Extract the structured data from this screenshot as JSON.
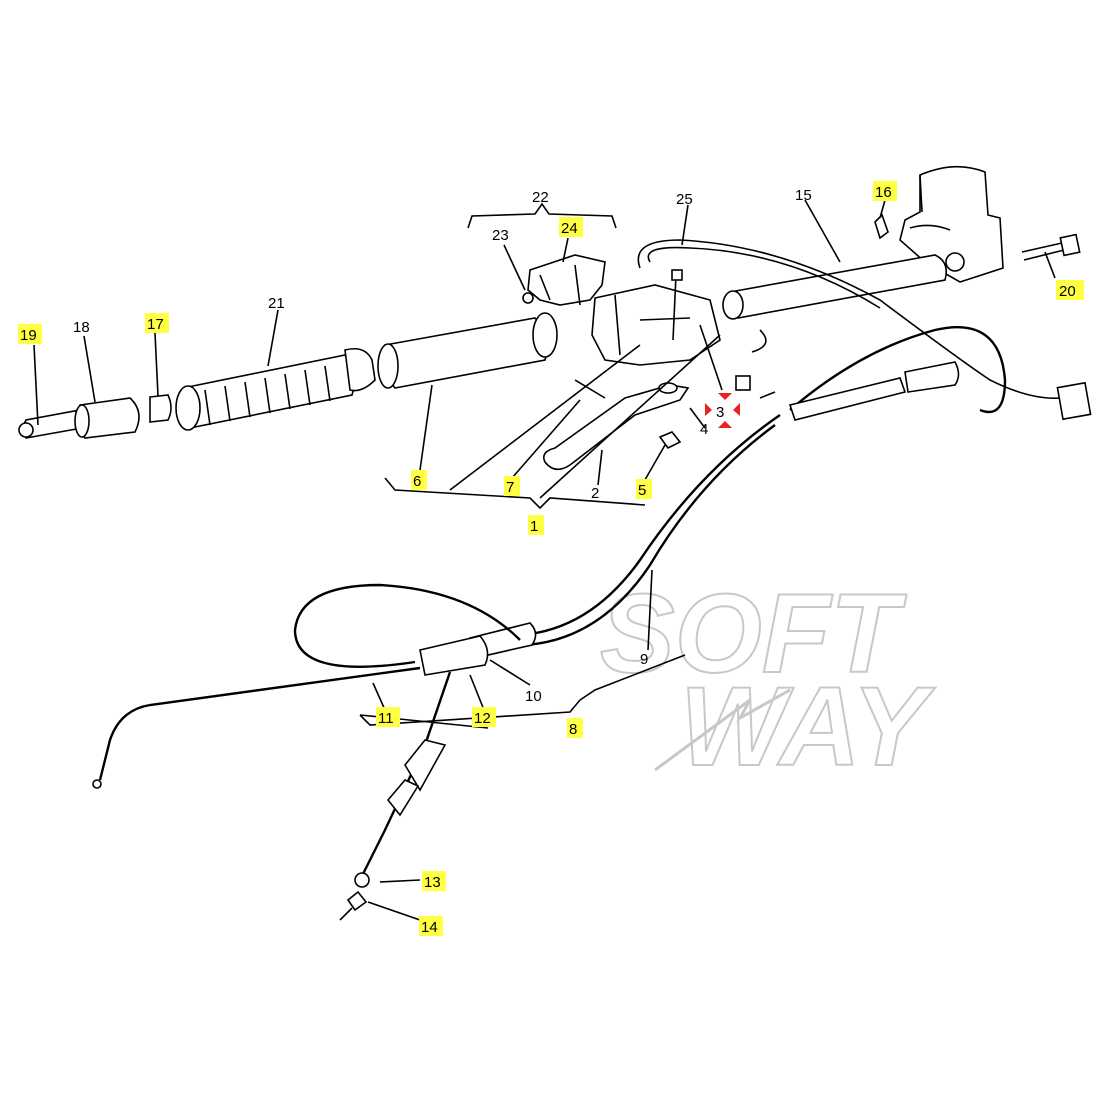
{
  "parts": {
    "p1": "1",
    "p2": "2",
    "p3": "3",
    "p4": "4",
    "p5": "5",
    "p6": "6",
    "p7": "7",
    "p8": "8",
    "p9": "9",
    "p10": "10",
    "p11": "11",
    "p12": "12",
    "p13": "13",
    "p14": "14",
    "p15": "15",
    "p16": "16",
    "p17": "17",
    "p18": "18",
    "p19": "19",
    "p20": "20",
    "p21": "21",
    "p22": "22",
    "p23": "23",
    "p24": "24",
    "p25": "25"
  },
  "watermark": {
    "line1": "SOFT",
    "line2": "WAY"
  },
  "highlight_color": "#ffff44",
  "marker_color": "#e8231f"
}
